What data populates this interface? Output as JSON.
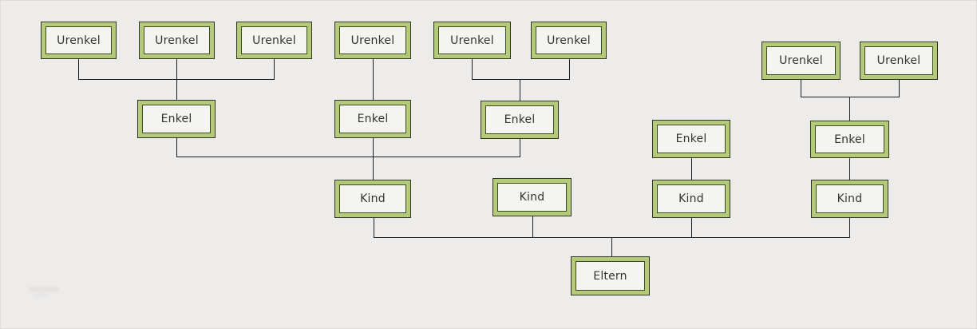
{
  "diagram": {
    "type": "family-tree",
    "language": "de",
    "nodes": [
      {
        "id": "urenkel-1",
        "label": "Urenkel"
      },
      {
        "id": "urenkel-2",
        "label": "Urenkel"
      },
      {
        "id": "urenkel-3",
        "label": "Urenkel"
      },
      {
        "id": "urenkel-4",
        "label": "Urenkel"
      },
      {
        "id": "urenkel-5",
        "label": "Urenkel"
      },
      {
        "id": "urenkel-6",
        "label": "Urenkel"
      },
      {
        "id": "urenkel-7",
        "label": "Urenkel"
      },
      {
        "id": "urenkel-8",
        "label": "Urenkel"
      },
      {
        "id": "enkel-1",
        "label": "Enkel"
      },
      {
        "id": "enkel-2",
        "label": "Enkel"
      },
      {
        "id": "enkel-3",
        "label": "Enkel"
      },
      {
        "id": "enkel-4",
        "label": "Enkel"
      },
      {
        "id": "enkel-5",
        "label": "Enkel"
      },
      {
        "id": "kind-1",
        "label": "Kind"
      },
      {
        "id": "kind-2",
        "label": "Kind"
      },
      {
        "id": "kind-3",
        "label": "Kind"
      },
      {
        "id": "kind-4",
        "label": "Kind"
      },
      {
        "id": "eltern-1",
        "label": "Eltern"
      }
    ],
    "links": [
      {
        "from": [
          "urenkel-1",
          "urenkel-2",
          "urenkel-3"
        ],
        "to": "enkel-1"
      },
      {
        "from": [
          "urenkel-4"
        ],
        "to": "enkel-2"
      },
      {
        "from": [
          "urenkel-5",
          "urenkel-6"
        ],
        "to": "enkel-3"
      },
      {
        "from": [
          "urenkel-7",
          "urenkel-8"
        ],
        "to": "enkel-5"
      },
      {
        "from": [
          "enkel-1",
          "enkel-2",
          "enkel-3"
        ],
        "to": "kind-1"
      },
      {
        "from": [
          "enkel-4"
        ],
        "to": "kind-3"
      },
      {
        "from": [
          "enkel-5"
        ],
        "to": "kind-4"
      },
      {
        "from": [
          "kind-1",
          "kind-2",
          "kind-3",
          "kind-4"
        ],
        "to": "eltern-1"
      }
    ]
  },
  "colors": {
    "background": "#edeceb",
    "box_band": "#b5c97b",
    "box_outer_border": "#2f3520",
    "box_inner_border": "#3d4a1c",
    "box_fill": "#f4f4f1",
    "line": "#1c1c1c",
    "text": "#333333"
  }
}
